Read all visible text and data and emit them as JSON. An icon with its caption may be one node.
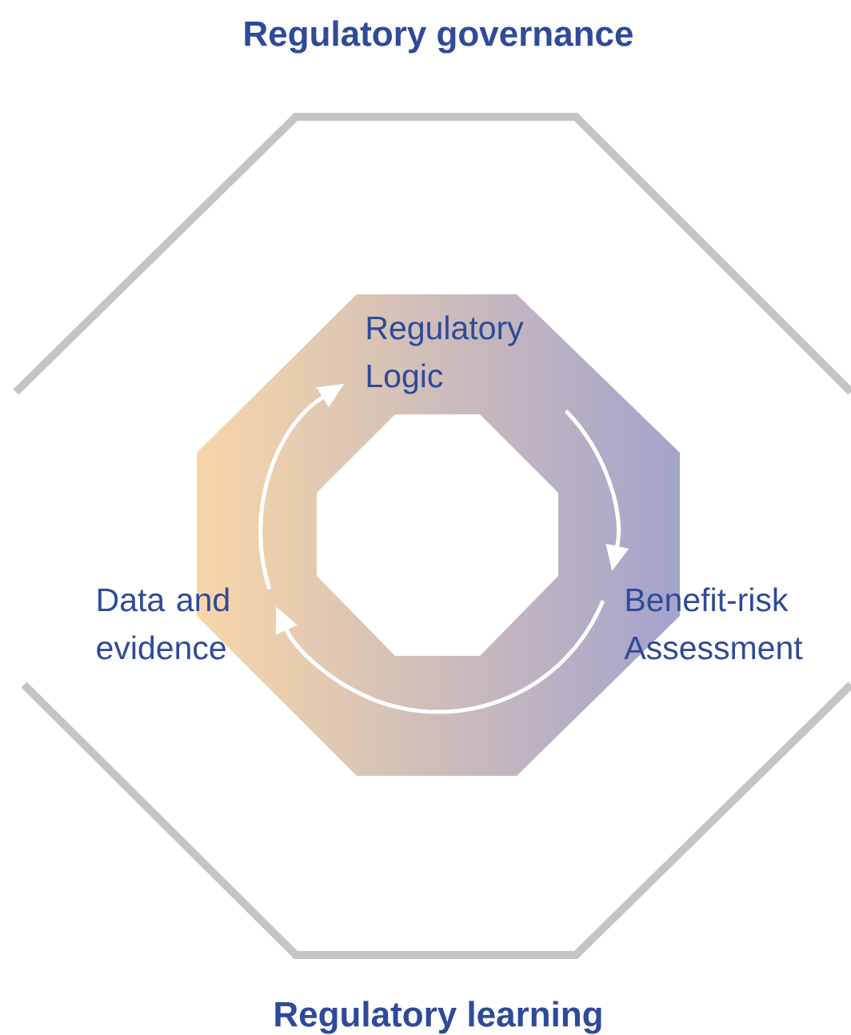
{
  "diagram": {
    "nodes": [
      {
        "text": [
          "Regulatory governance",
          "Regulatory learning"
        ]
      },
      {
        "text": [
          "Regulatory Logic"
        ],
        "in": 0
      },
      {
        "text": [
          "Benefit-risk Assessment"
        ],
        "in": 0
      },
      {
        "text": [
          "Data and evidence"
        ],
        "in": 0
      }
    ],
    "edges": [
      {
        "from": 1,
        "to": 2,
        "arrow": "to"
      },
      {
        "from": 2,
        "to": 3,
        "arrow": "to"
      },
      {
        "from": 3,
        "to": 1,
        "arrow": "to"
      }
    ]
  }
}
